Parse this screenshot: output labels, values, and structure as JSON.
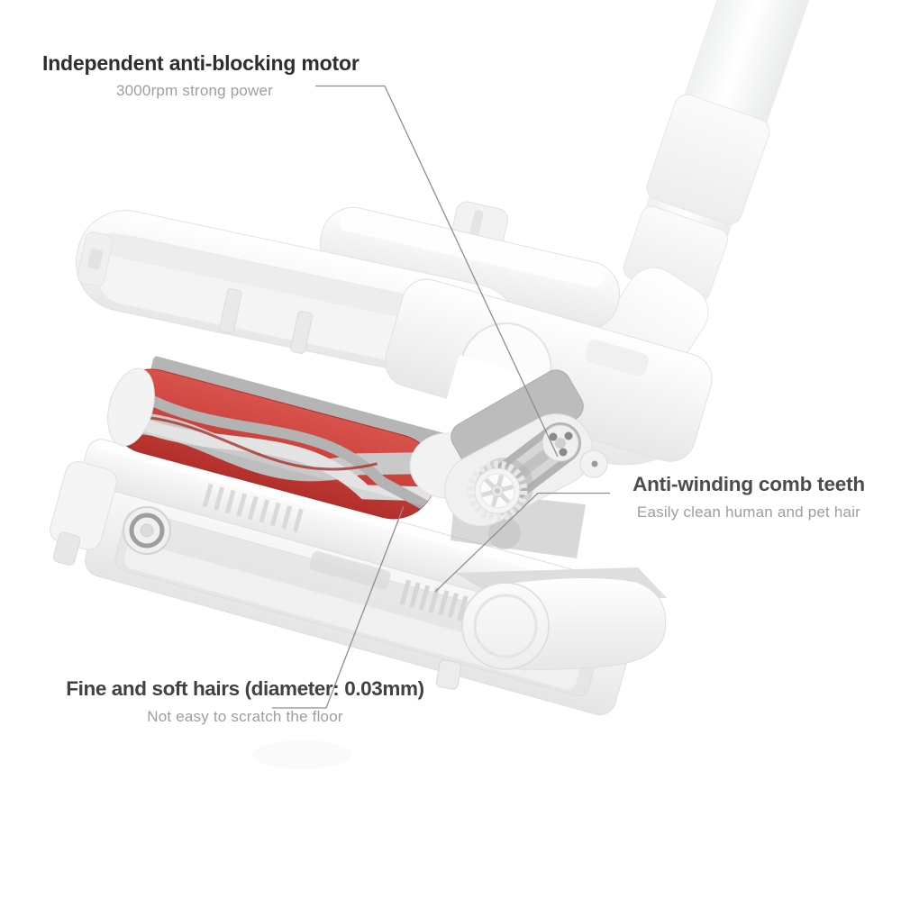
{
  "callouts": {
    "motor": {
      "title": "Independent anti-blocking motor",
      "subtitle": "3000rpm strong power"
    },
    "comb": {
      "title": "Anti-winding comb teeth",
      "subtitle": "Easily clean human and pet hair"
    },
    "hairs": {
      "title": "Fine and soft hairs (diameter: 0.03mm)",
      "subtitle": "Not easy to scratch the floor"
    }
  },
  "illustration": {
    "alt": "Exploded view of a cordless vacuum cleaner soft-roller brush head"
  },
  "colors": {
    "background": "#ffffff",
    "title_motor": "#2e2e2e",
    "title_comb": "#4c4c4c",
    "title_hairs": "#414141",
    "subtitle_gray": "#9e9e9e",
    "leader_line": "#8e8e8e",
    "brush_red": "#d8534c",
    "brush_red_deep": "#c0332e",
    "brush_red_stroke": "#b0302c"
  }
}
